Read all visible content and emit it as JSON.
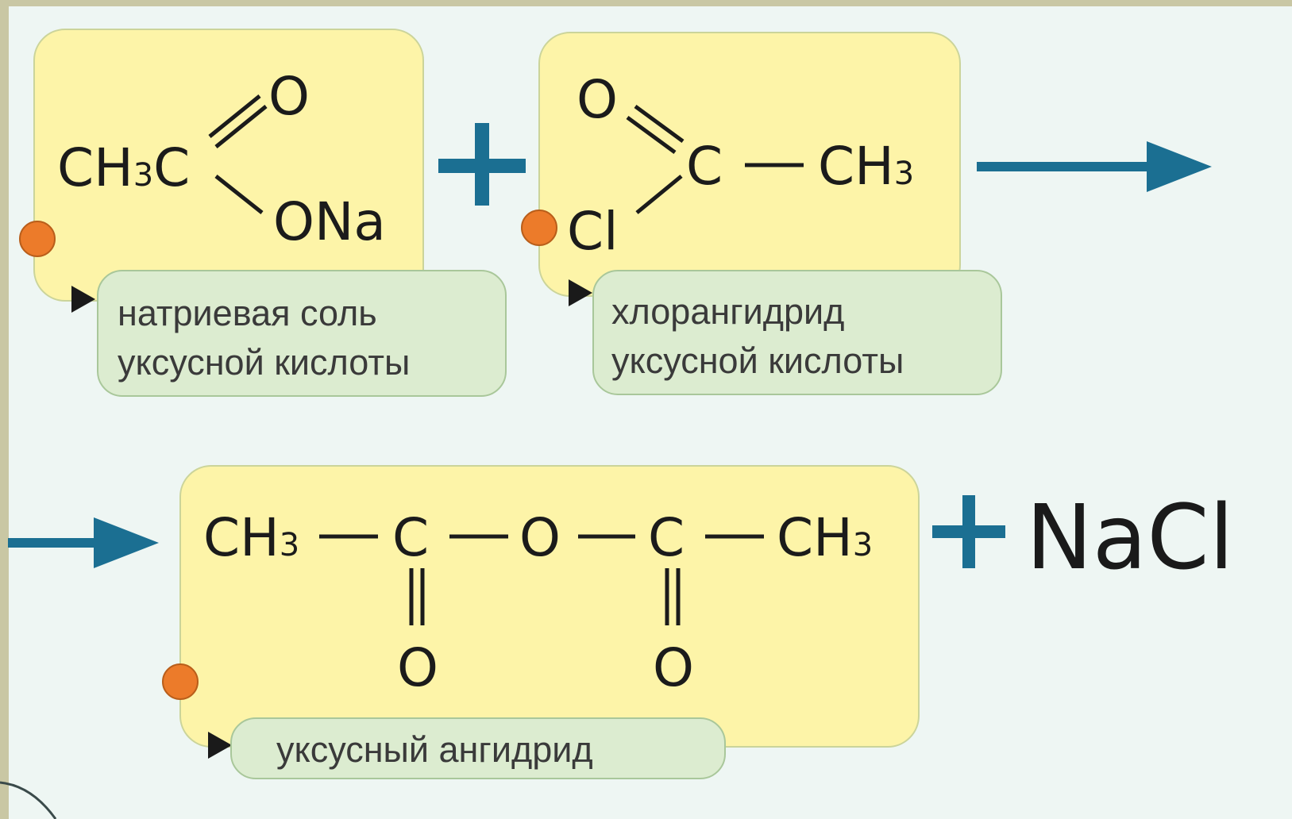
{
  "colors": {
    "card": "#fdf4a8",
    "label": "#dcecd0",
    "dot": "#ec7b2a",
    "arrow": "#1b6f92",
    "background": "#eef6f3"
  },
  "reactant1": {
    "formula": {
      "ch": "CH",
      "sub": "3",
      "c": "C",
      "o": "O",
      "ona": "ONa"
    },
    "label": [
      "натриевая соль",
      "уксусной кислоты"
    ]
  },
  "reactant2": {
    "formula": {
      "o": "O",
      "c": "C",
      "ch": "CH",
      "sub": "3",
      "cl": "Cl"
    },
    "label": [
      "хлорангидрид",
      "уксусной кислоты"
    ]
  },
  "product": {
    "formula": {
      "ch": "CH",
      "sub": "3",
      "c": "C",
      "o": "O"
    },
    "label": "уксусный ангидрид"
  },
  "byproduct": "NaCl",
  "operators": {
    "plus": "+"
  },
  "icons": [
    "plus-icon",
    "reaction-arrow-icon",
    "orange-dot-icon",
    "pointer-triangle-icon"
  ]
}
